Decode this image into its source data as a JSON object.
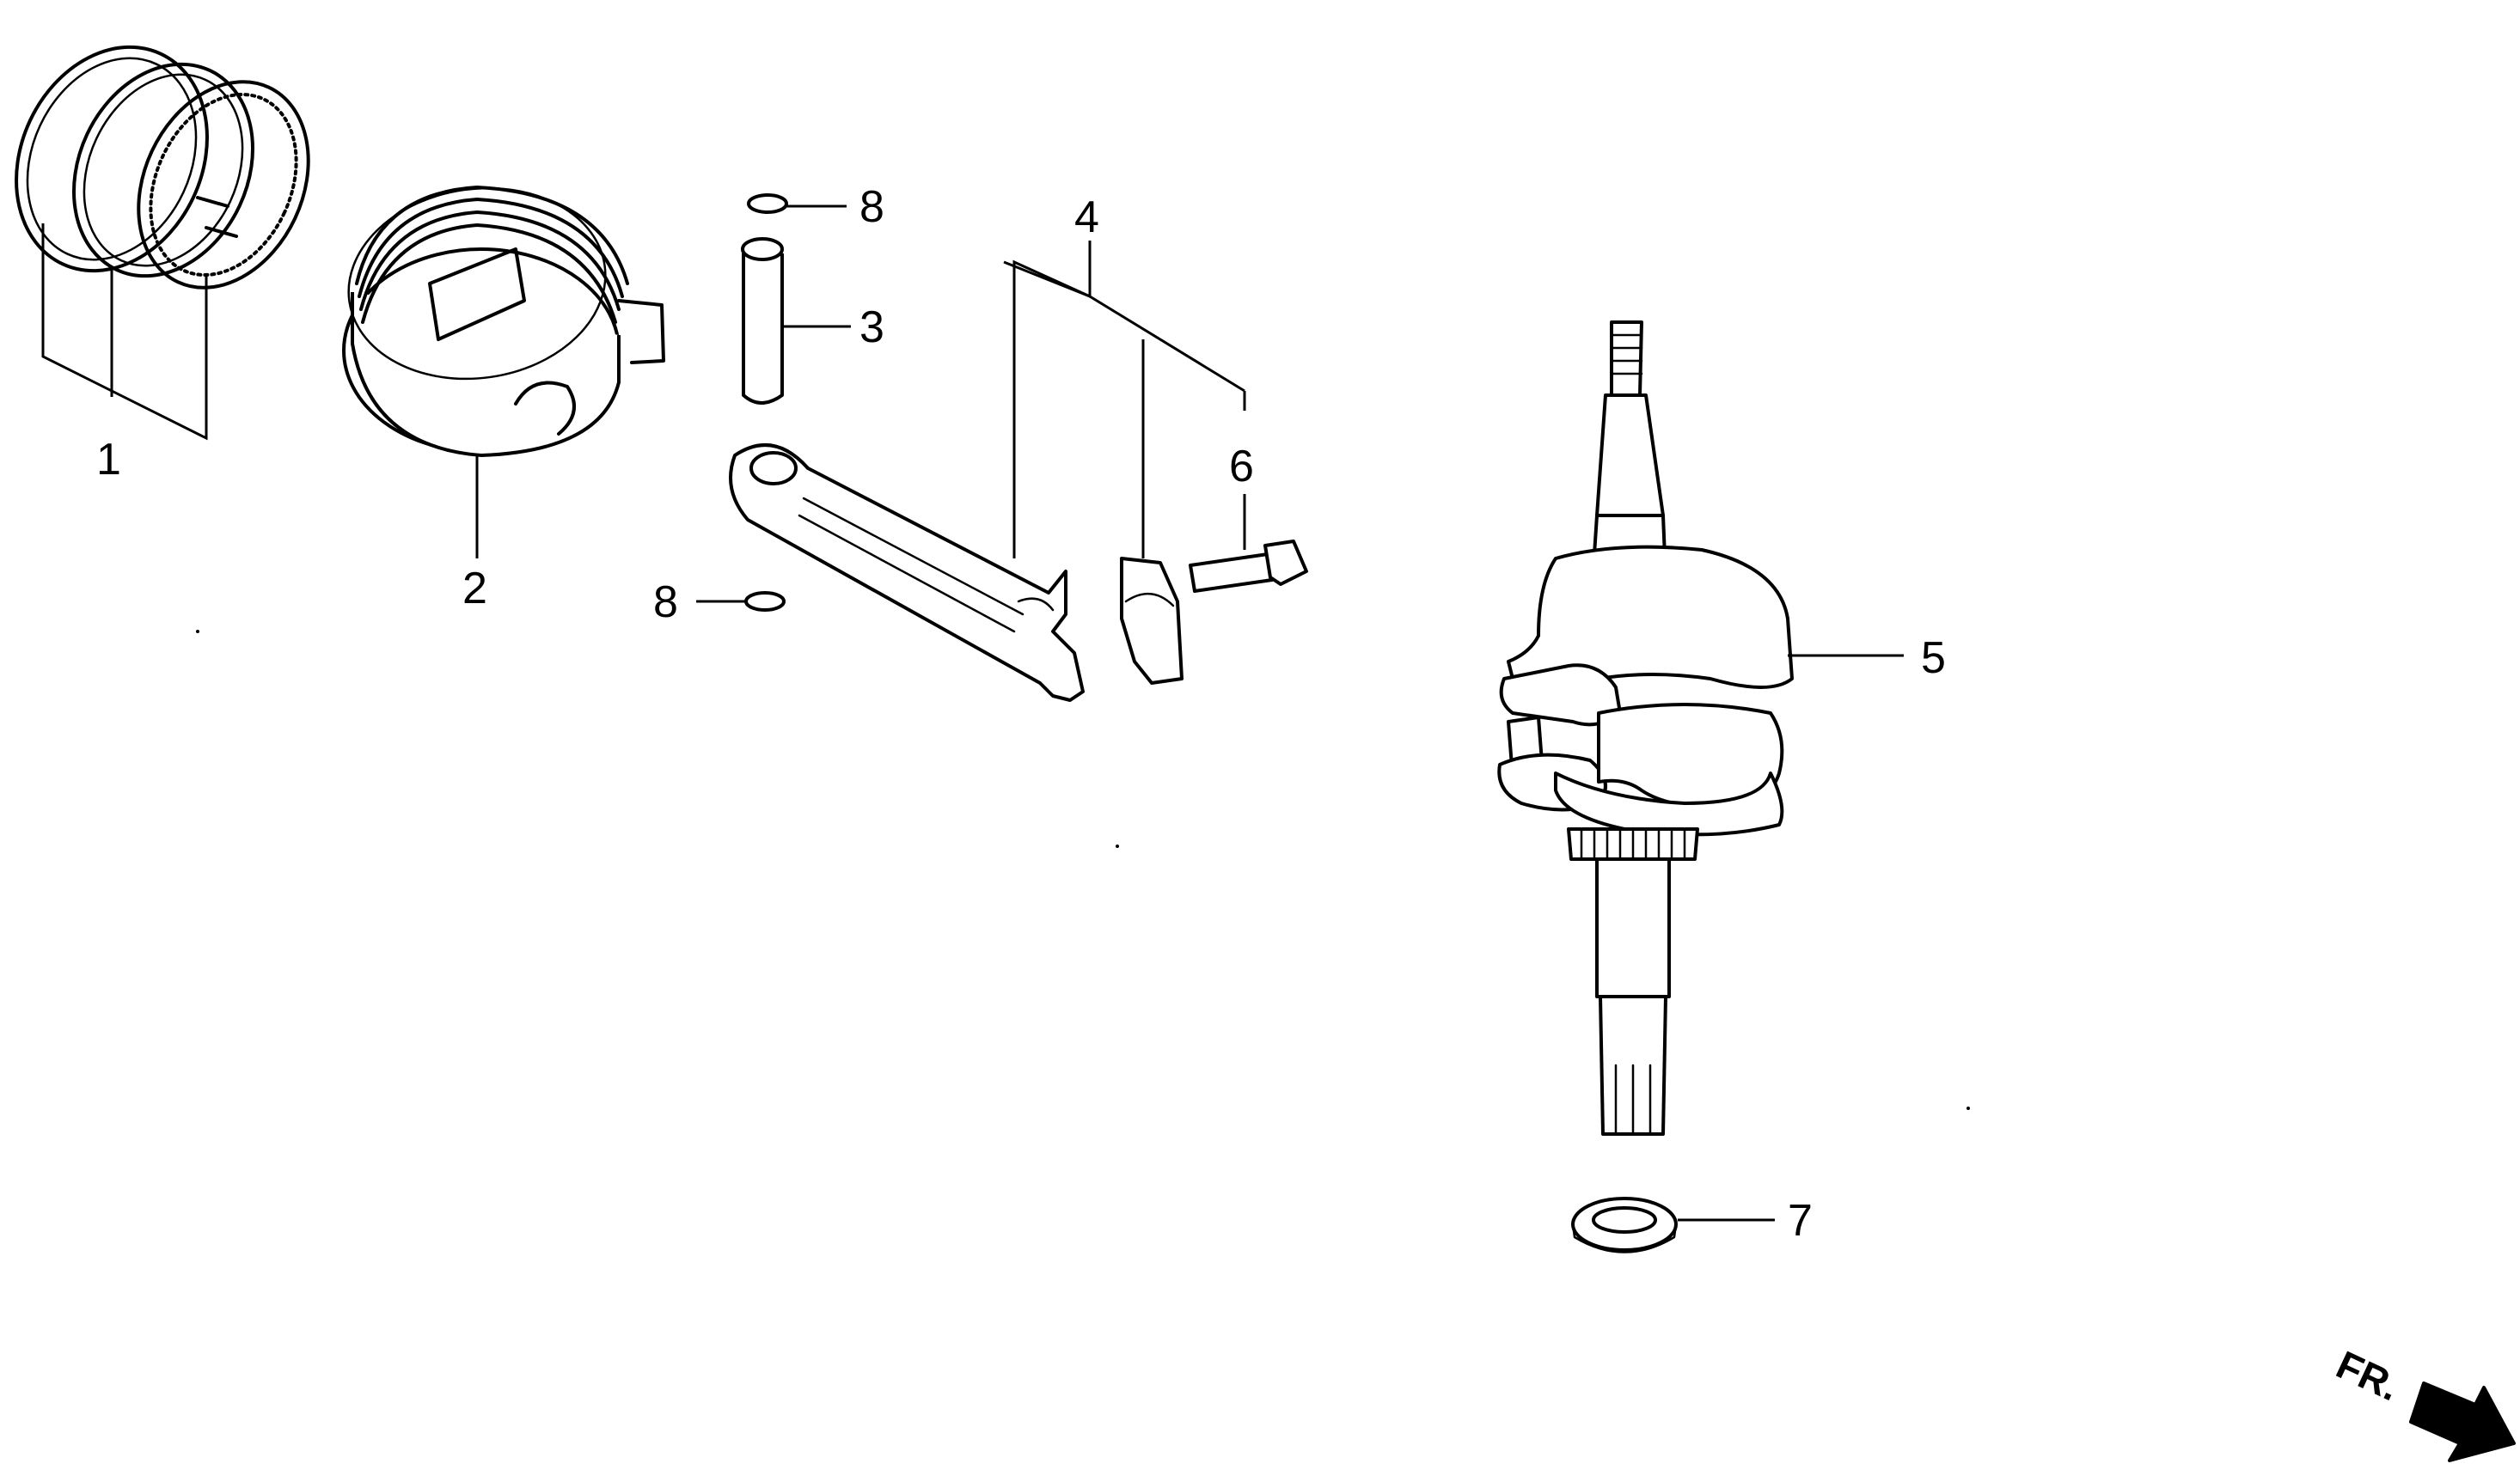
{
  "callouts": {
    "c1": "1",
    "c2": "2",
    "c3": "3",
    "c4": "4",
    "c5": "5",
    "c6": "6",
    "c7": "7",
    "c8_top": "8",
    "c8_bottom": "8"
  },
  "direction": {
    "label": "FR."
  },
  "parts": [
    "piston-ring-set",
    "piston",
    "piston-pin",
    "connecting-rod",
    "crankshaft",
    "rod-bolt",
    "washer",
    "pin-clip"
  ]
}
